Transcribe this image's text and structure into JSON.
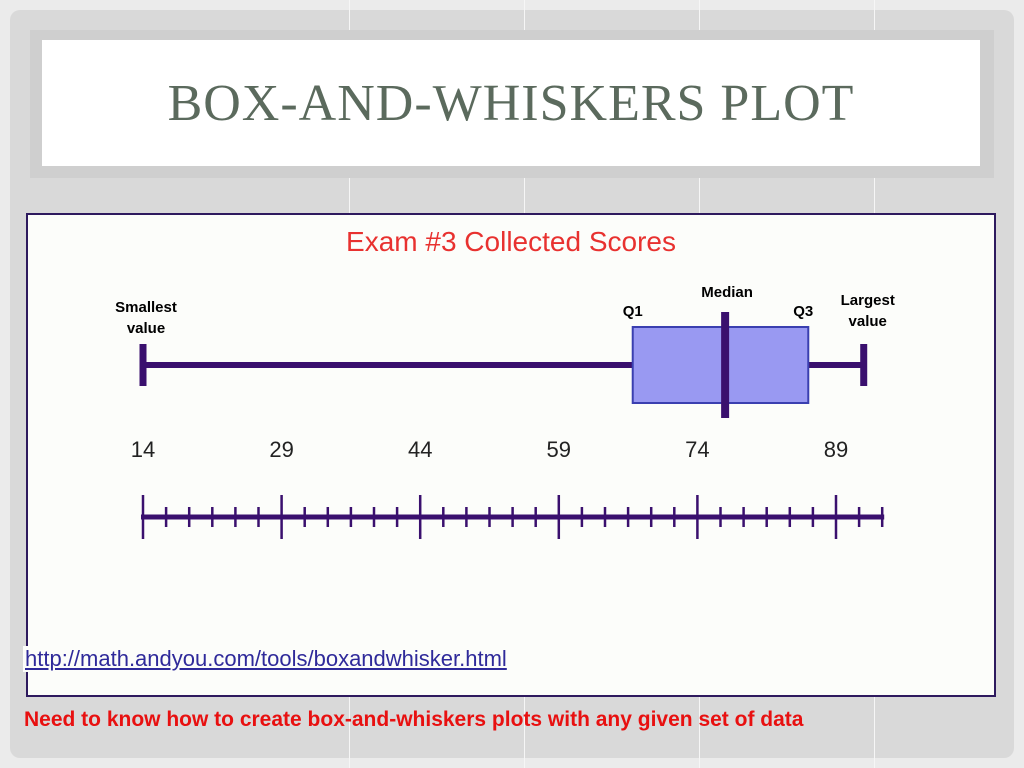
{
  "slide": {
    "title": "Box-and-Whiskers Plot",
    "source_link": "http://math.andyou.com/tools/boxandwhisker.html",
    "footer_note": "Need to know how to create box-and-whiskers plots with any given set of data"
  },
  "colors": {
    "title": "#5b6a5d",
    "chart_title": "#e8312f",
    "plot_line": "#3a106e",
    "box_fill": "#9999f2",
    "box_stroke": "#3a3fb0",
    "link": "#2f2a9a",
    "footer_note": "#e81010"
  },
  "chart_data": {
    "type": "boxplot",
    "title": "Exam #3 Collected Scores",
    "min": 14,
    "q1": 67,
    "median": 77,
    "q3": 86,
    "max": 92,
    "annotations": {
      "min": "Smallest value",
      "q1": "Q1",
      "median": "Median",
      "q3": "Q3",
      "max": "Largest value"
    },
    "tick_labels": [
      "14",
      "29",
      "44",
      "59",
      "74",
      "89"
    ],
    "xlim": [
      14,
      94
    ],
    "major_ticks": [
      14,
      29,
      44,
      59,
      74,
      89
    ],
    "minor_tick_step": 2.5,
    "grid": false
  }
}
